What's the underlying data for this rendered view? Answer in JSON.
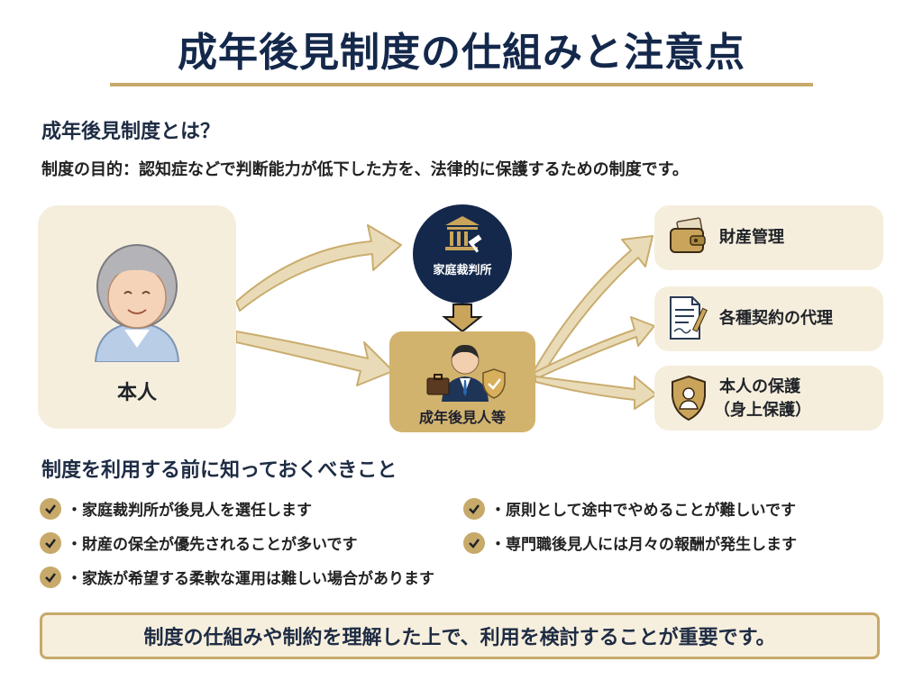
{
  "title": "成年後見制度の仕組みと注意点",
  "section1": {
    "heading": "成年後見制度とは？",
    "purpose": "制度の目的：認知症などで判断能力が低下した方を、法律的に保護するための制度です。"
  },
  "diagram": {
    "person": "本人",
    "court": "家庭裁判所",
    "guardian": "成年後見人等",
    "roles": [
      {
        "line1": "財産管理",
        "line2": "",
        "icon": "wallet-icon"
      },
      {
        "line1": "各種契約の代理",
        "line2": "",
        "icon": "contract-icon"
      },
      {
        "line1": "本人の保護",
        "line2": "（身上保護）",
        "icon": "shield-person-icon"
      }
    ]
  },
  "section2": {
    "heading": "制度を利用する前に知っておくべきこと",
    "items": [
      "・家庭裁判所が後見人を選任します",
      "・原則として途中でやめることが難しいです",
      "・財産の保全が優先されることが多いです",
      "・専門職後見人には月々の報酬が発生します",
      "・家族が希望する柔軟な運用は難しい場合があります"
    ]
  },
  "conclusion": "制度の仕組みや制約を理解した上で、利用を検討することが重要です。",
  "colors": {
    "navy": "#14284b",
    "gold": "#c7a96a",
    "beige": "#f6eedd"
  }
}
